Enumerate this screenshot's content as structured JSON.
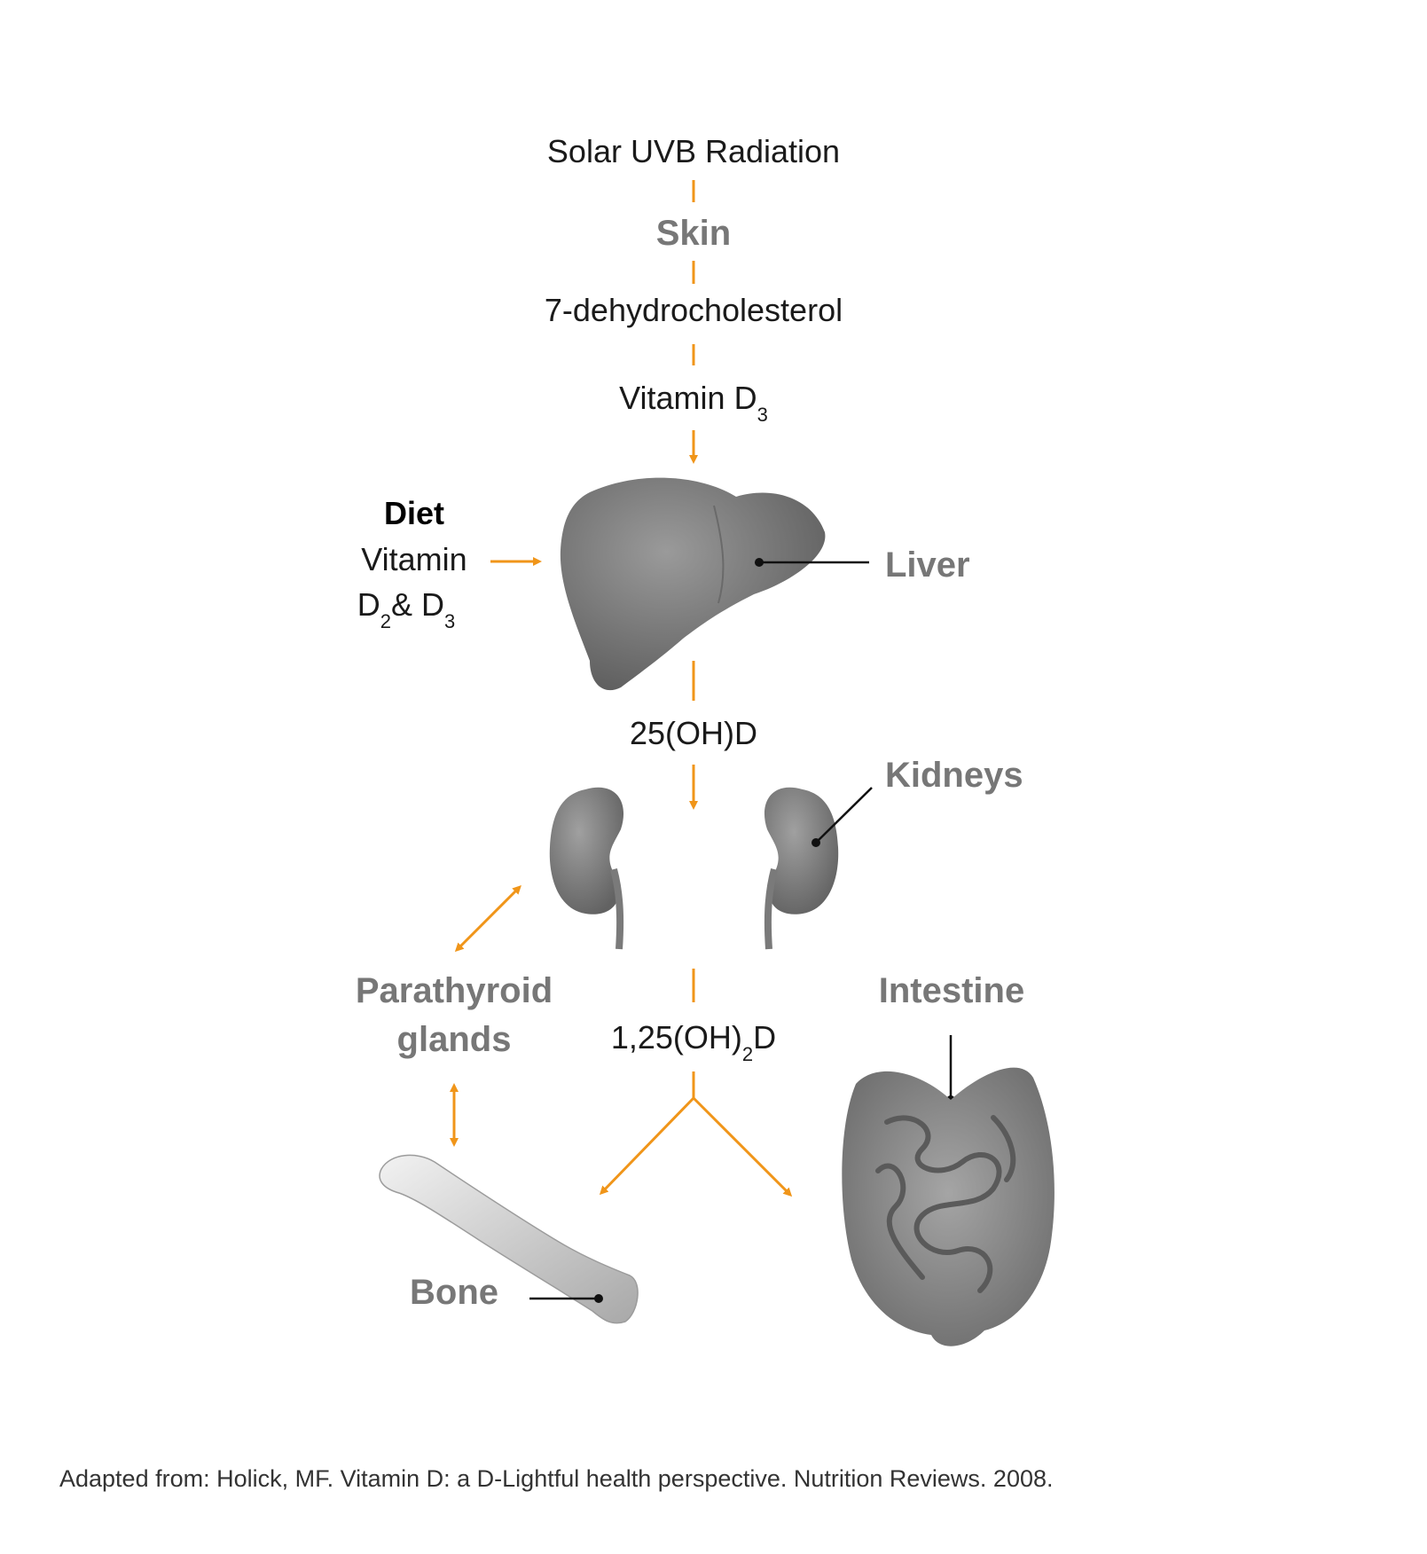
{
  "pathway": {
    "source": "Solar UVB Radiation",
    "skin": "Skin",
    "precursor": "7-dehydrocholesterol",
    "vitamin_d3": {
      "base": "Vitamin D",
      "subscript": "3"
    },
    "metabolite_1": "25(OH)D",
    "metabolite_2": {
      "prefix": "1,25(OH)",
      "subscript": "2",
      "suffix": "D"
    }
  },
  "diet": {
    "title": "Diet",
    "line1": "Vitamin",
    "d2_base": "D",
    "d2_sub": "2",
    "amp": "& D",
    "d3_sub": "3"
  },
  "organs": {
    "liver": "Liver",
    "kidneys": "Kidneys",
    "parathyroid_line1": "Parathyroid",
    "parathyroid_line2": "glands",
    "intestine": "Intestine",
    "bone": "Bone"
  },
  "citation": "Adapted from: Holick, MF. Vitamin D: a D-Lightful health perspective. Nutrition Reviews. 2008.",
  "colors": {
    "arrow": "#f09519",
    "organ_label": "#777777",
    "organ_fill": "#7d7d7d"
  }
}
